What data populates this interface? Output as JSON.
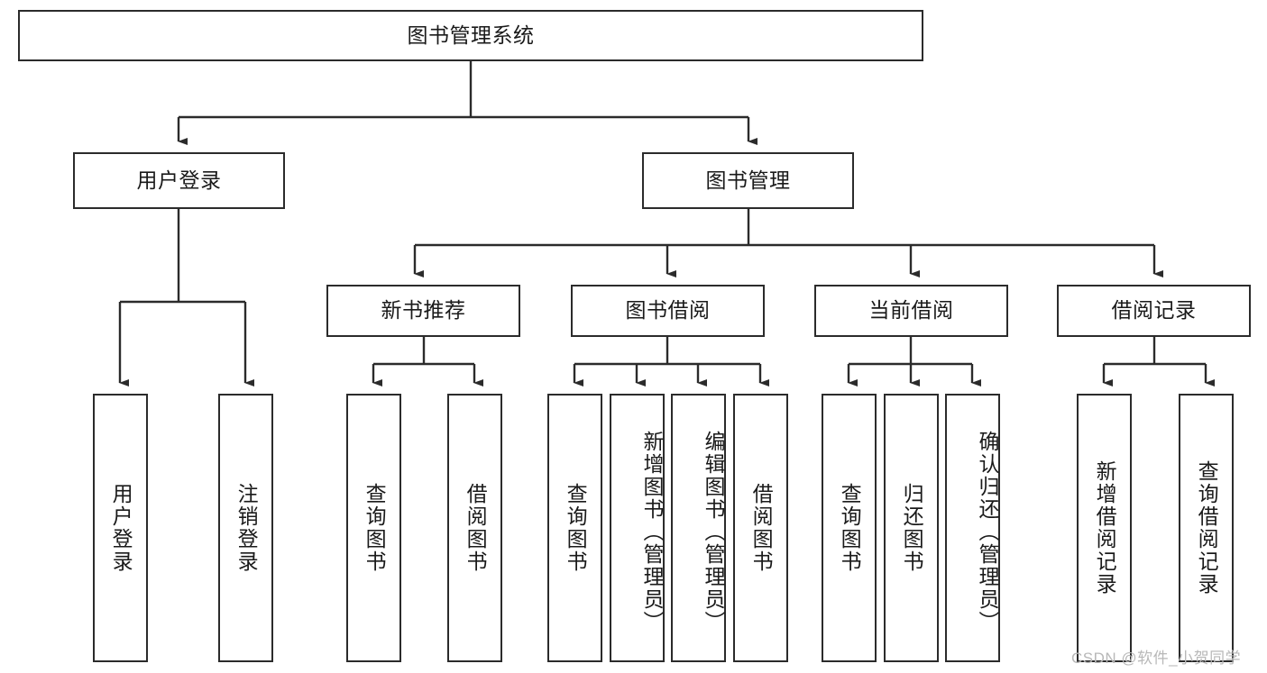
{
  "diagram": {
    "type": "tree-hierarchy",
    "title": "图书管理系统",
    "watermark": "CSDN @软件_小贺同学",
    "colors": {
      "stroke": "#2b2b2b",
      "fill": "#ffffff",
      "text": "#1a1a1a",
      "watermark": "#b8b8b8"
    },
    "levels": {
      "root": {
        "label": "图书管理系统"
      },
      "level2": [
        {
          "id": "user-login",
          "label": "用户登录"
        },
        {
          "id": "book-manage",
          "label": "图书管理"
        }
      ],
      "level3": [
        {
          "id": "new-book-recommend",
          "label": "新书推荐",
          "parent": "book-manage"
        },
        {
          "id": "book-borrow",
          "label": "图书借阅",
          "parent": "book-manage"
        },
        {
          "id": "current-borrow",
          "label": "当前借阅",
          "parent": "book-manage"
        },
        {
          "id": "borrow-record",
          "label": "借阅记录",
          "parent": "book-manage"
        }
      ],
      "leaves": [
        {
          "id": "leaf-user-login",
          "label": "用户登录",
          "parent": "user-login"
        },
        {
          "id": "leaf-logout-login",
          "label": "注销登录",
          "parent": "user-login"
        },
        {
          "id": "leaf-query-book-1",
          "label": "查询图书",
          "parent": "new-book-recommend"
        },
        {
          "id": "leaf-borrow-book-1",
          "label": "借阅图书",
          "parent": "new-book-recommend"
        },
        {
          "id": "leaf-query-book-2",
          "label": "查询图书",
          "parent": "book-borrow"
        },
        {
          "id": "leaf-add-book",
          "label": "新增图书（管理员）",
          "parent": "book-borrow"
        },
        {
          "id": "leaf-edit-book",
          "label": "编辑图书（管理员）",
          "parent": "book-borrow"
        },
        {
          "id": "leaf-borrow-book-2",
          "label": "借阅图书",
          "parent": "book-borrow"
        },
        {
          "id": "leaf-query-book-3",
          "label": "查询图书",
          "parent": "current-borrow"
        },
        {
          "id": "leaf-return-book",
          "label": "归还图书",
          "parent": "current-borrow"
        },
        {
          "id": "leaf-confirm-return",
          "label": "确认归还（管理员）",
          "parent": "current-borrow"
        },
        {
          "id": "leaf-add-record",
          "label": "新增借阅记录",
          "parent": "borrow-record"
        },
        {
          "id": "leaf-query-record",
          "label": "查询借阅记录",
          "parent": "borrow-record"
        }
      ]
    }
  }
}
